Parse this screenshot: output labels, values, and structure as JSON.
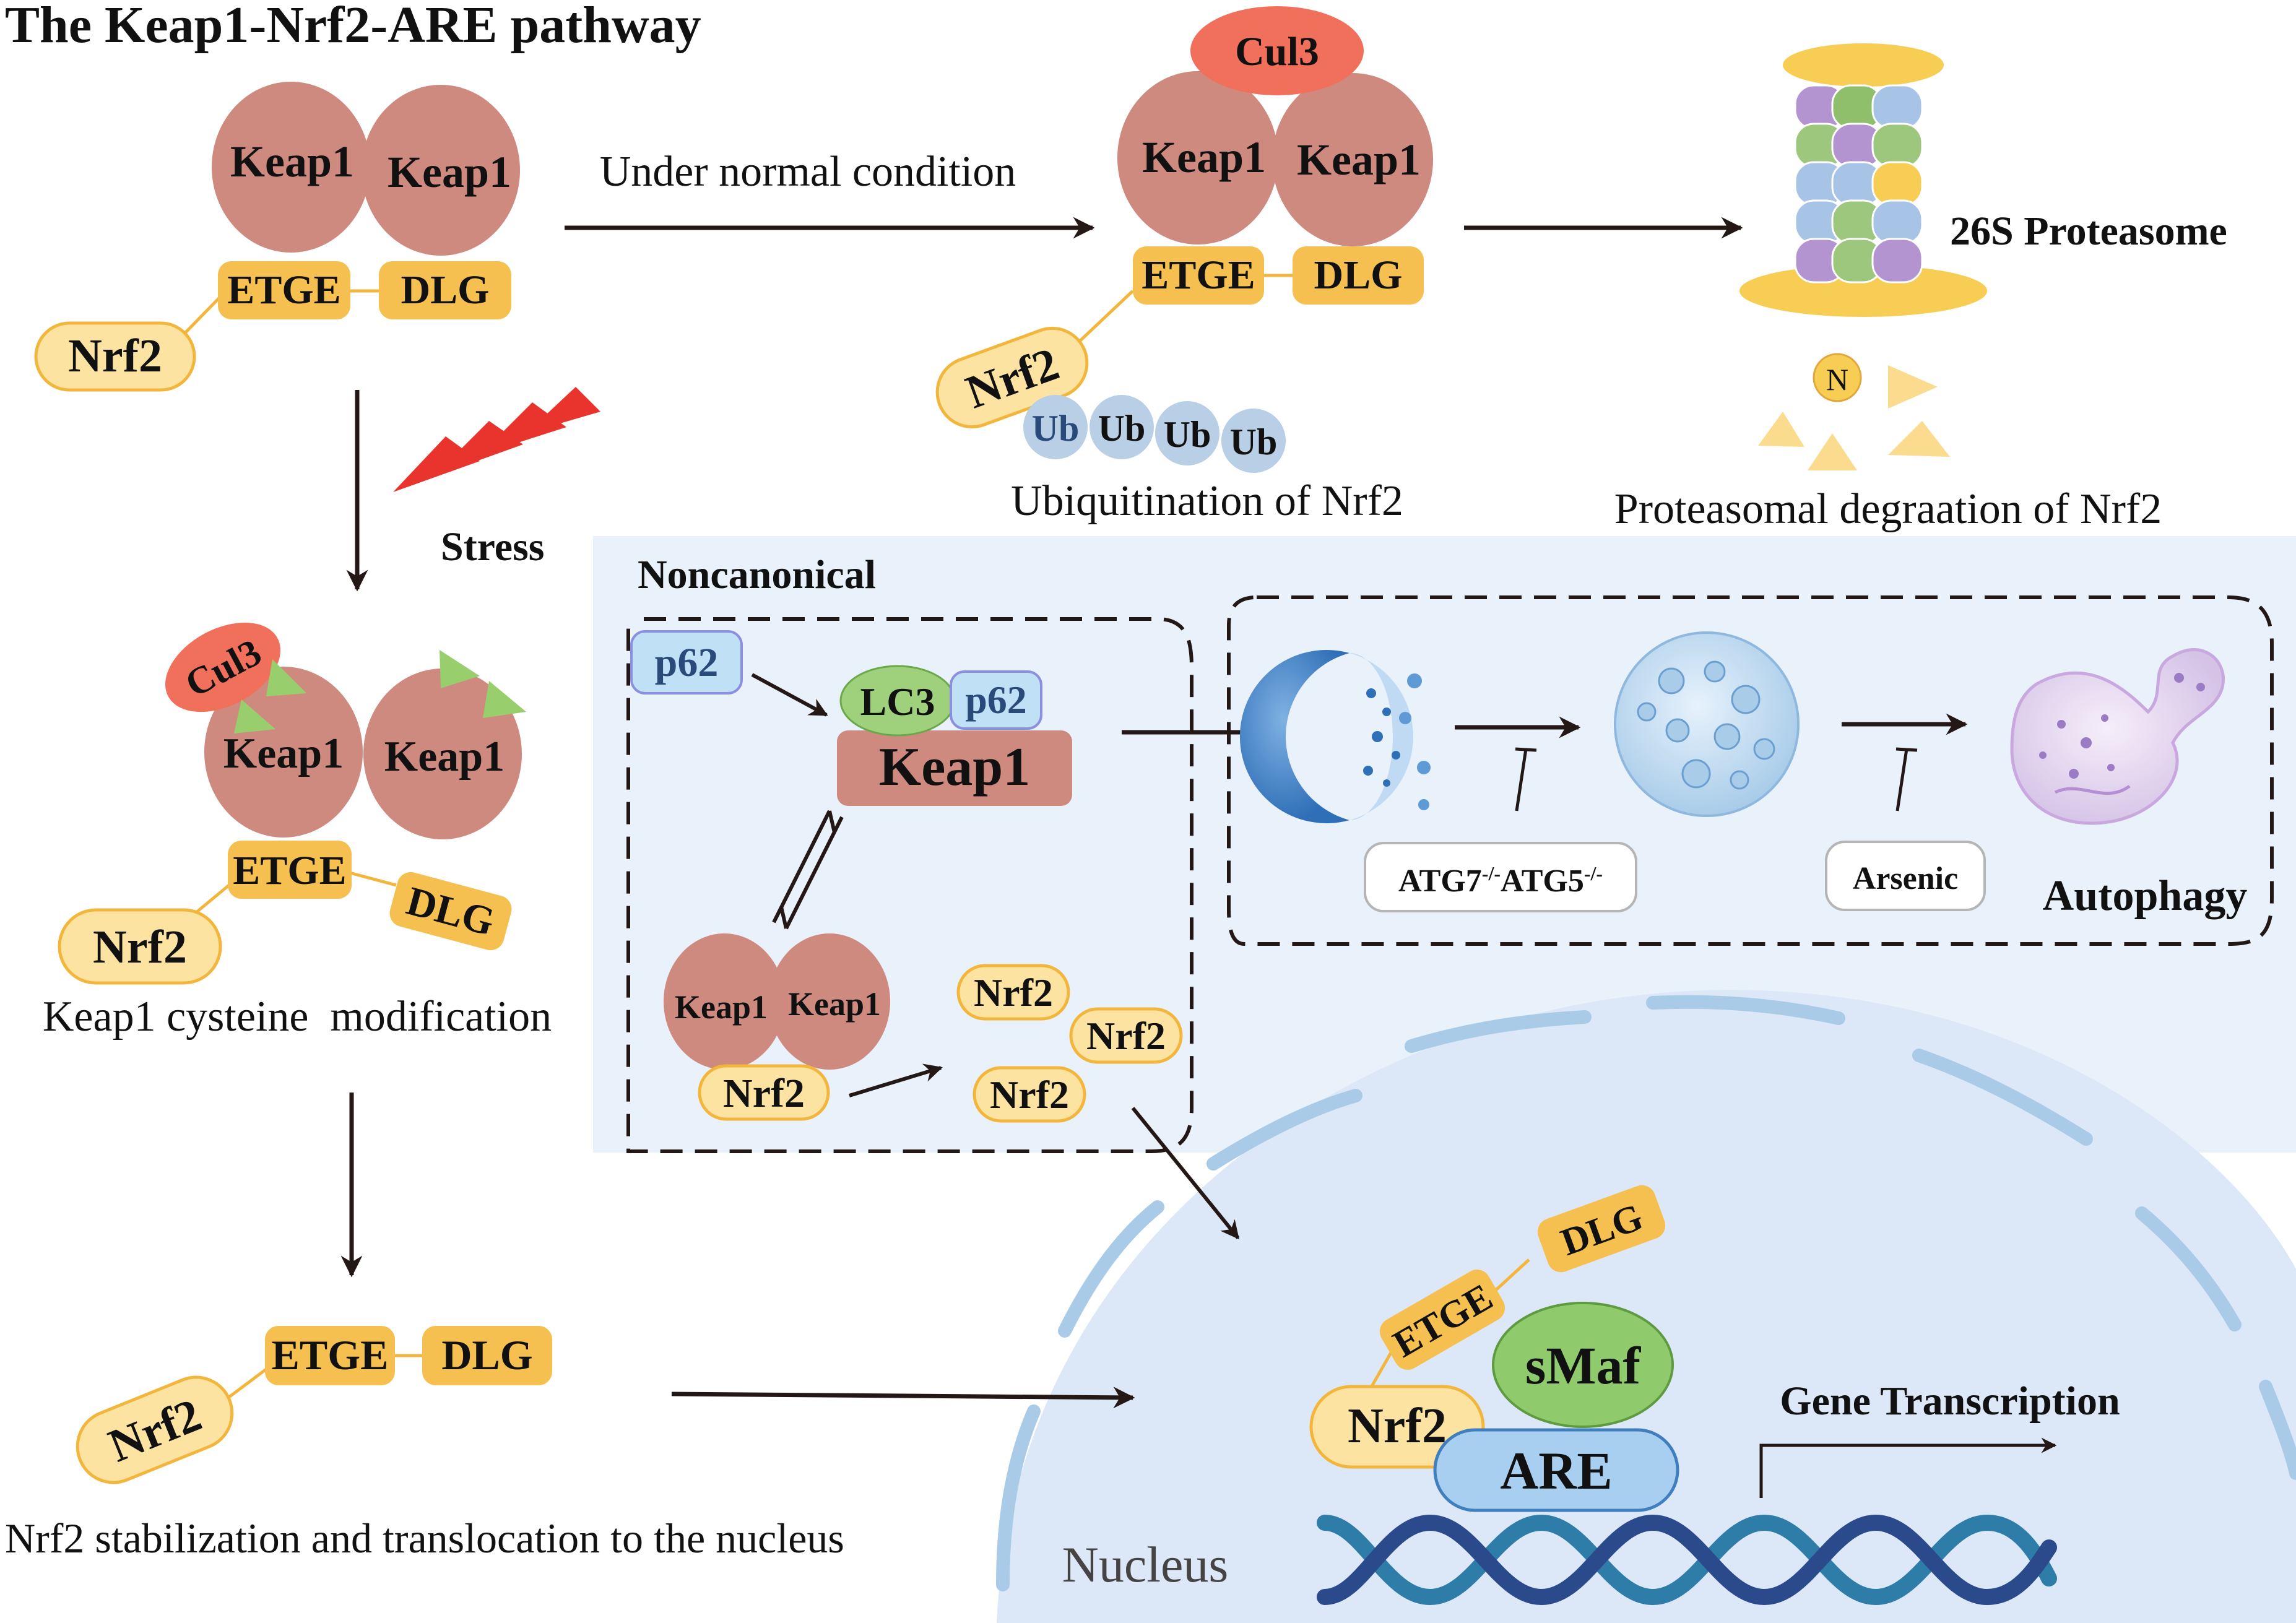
{
  "title": "The Keap1-Nrf2-ARE pathway",
  "labels": {
    "keap1": "Keap1",
    "nrf2": "Nrf2",
    "etge": "ETGE",
    "dlg": "DLG",
    "cul3": "Cul3",
    "ub": "Ub",
    "p62": "p62",
    "lc3": "LC3",
    "smaf": "sMaf",
    "are": "ARE",
    "n": "N"
  },
  "captions": {
    "normal": "Under normal condition",
    "proteasome": "26S Proteasome",
    "ubiquitination": "Ubiquitination of Nrf2",
    "degradation": "Proteasomal degraation of Nrf2",
    "stress": "Stress",
    "noncanonical": "Noncanonical",
    "cysteine": "Keap1 cysteine  modification",
    "stabilization": "Nrf2 stabilization and translocation to the nucleus",
    "autophagy": "Autophagy",
    "atg": "ATG7",
    "atg_sup1": "-/-",
    "atg2": "ATG5",
    "atg_sup2": "-/-",
    "arsenic": "Arsenic",
    "gene_transcription": "Gene Transcription",
    "nucleus": "Nucleus"
  },
  "colors": {
    "keap1": "#cf8a80",
    "nrf2_fill": "#fde3a2",
    "nrf2_stroke": "#f2b63c",
    "domain": "#f5c04f",
    "cul3": "#f0705b",
    "ub": "#b8cfe6",
    "p62": "#bfe0f5",
    "lc3": "#9fd07c",
    "smaf": "#8fcb6d",
    "are": "#a9cff0",
    "panel": "#e9f1fb",
    "nucleus": "#dce8f7",
    "stress": "#e8342c",
    "dna1": "#2b4a8c",
    "dna2": "#2e7ca8"
  }
}
